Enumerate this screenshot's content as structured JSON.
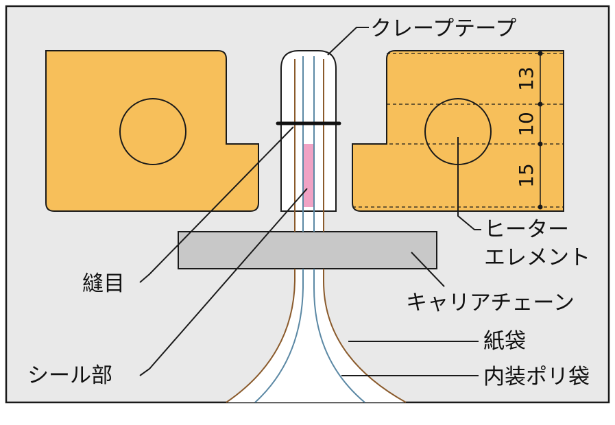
{
  "colors": {
    "background": "#e9e9e9",
    "frame": "#1a1a1a",
    "heater": "#f7bf5a",
    "carrier_chain": "#c8c8c8",
    "seal_zone": "#f0a2c4",
    "paper_bag": "#8a5a2b",
    "inner_poly_bag": "#5b88a4",
    "crepe_tape": "#ffffff",
    "stitch": "#111111"
  },
  "labels": {
    "crepe_tape": "クレープテープ",
    "heater_element_line1": "ヒーター",
    "heater_element_line2": "エレメント",
    "stitch": "縫目",
    "carrier_chain": "キャリアチェーン",
    "seal_part": "シール部",
    "paper_bag": "紙袋",
    "inner_poly_bag": "内装ポリ袋"
  },
  "dimensions": {
    "top": "13",
    "middle": "10",
    "bottom": "15"
  }
}
